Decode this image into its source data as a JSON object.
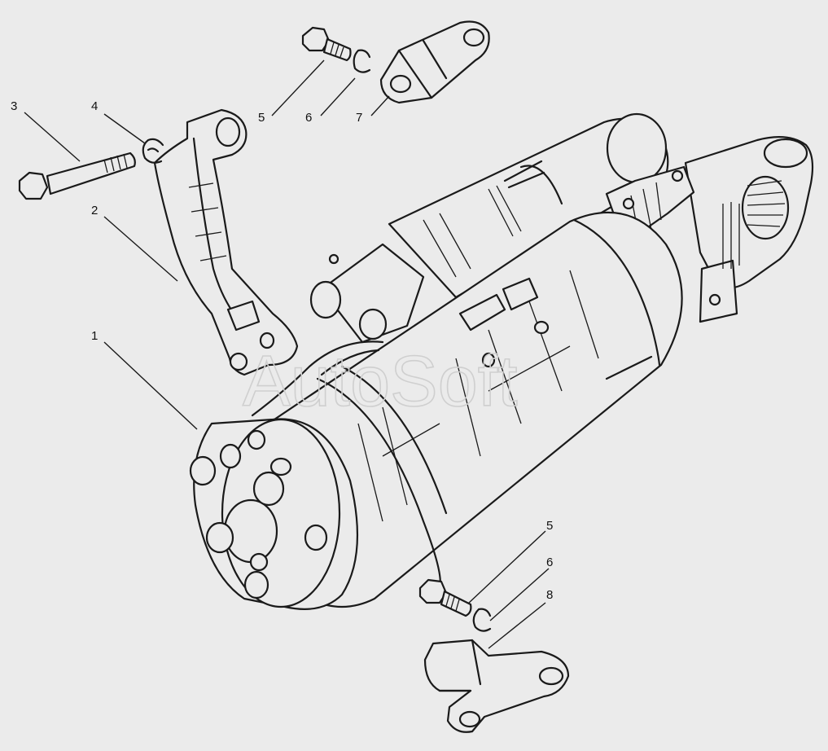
{
  "watermark": "AutoSoft",
  "callouts": [
    {
      "id": "c1",
      "label": "1",
      "part": "starter"
    },
    {
      "id": "c2",
      "label": "2",
      "part": "support-bracket"
    },
    {
      "id": "c3",
      "label": "3",
      "part": "bolt"
    },
    {
      "id": "c4",
      "label": "4",
      "part": "spring-washer"
    },
    {
      "id": "c5a",
      "label": "5",
      "part": "bolt"
    },
    {
      "id": "c6a",
      "label": "6",
      "part": "spring-washer"
    },
    {
      "id": "c7",
      "label": "7",
      "part": "upper-bracket"
    },
    {
      "id": "c5b",
      "label": "5",
      "part": "bolt"
    },
    {
      "id": "c6b",
      "label": "6",
      "part": "spring-washer"
    },
    {
      "id": "c8",
      "label": "8",
      "part": "lower-bracket"
    }
  ],
  "colors": {
    "background": "#ebebeb",
    "ink": "#1a1a1a",
    "watermark": "#cfcfcf"
  }
}
